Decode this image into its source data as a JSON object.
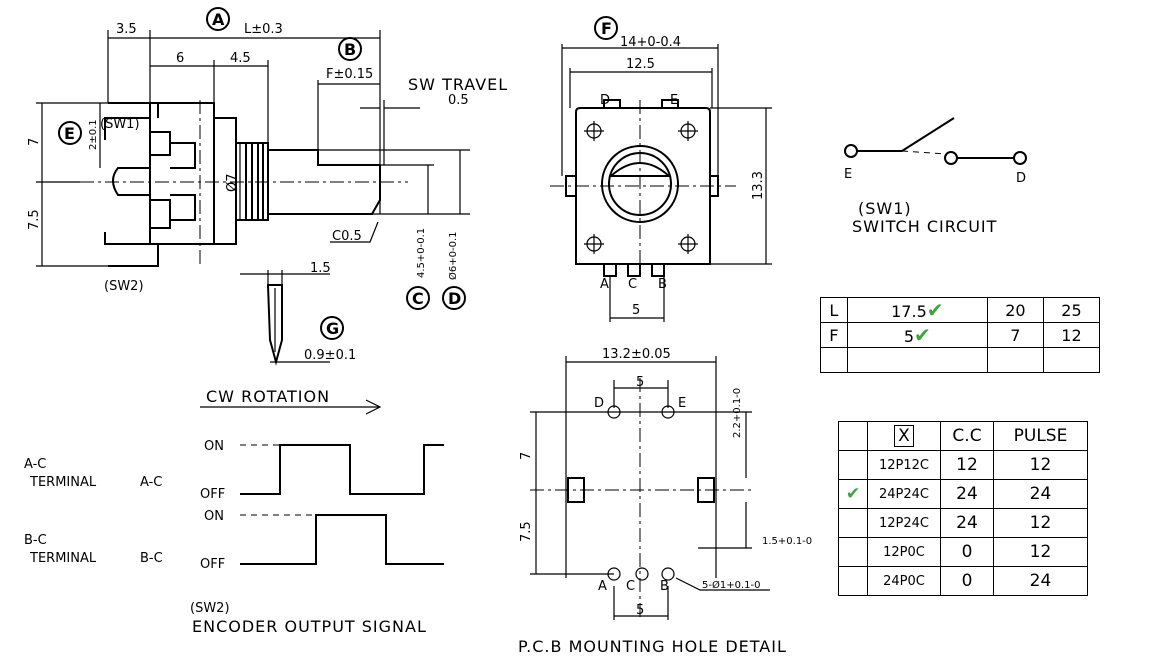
{
  "callouts": {
    "a": "A",
    "b": "B",
    "c": "C",
    "d": "D",
    "e": "E",
    "f": "F",
    "g": "G"
  },
  "side_view": {
    "dim_3_5": "3.5",
    "dim_l": "L±0.3",
    "dim_6": "6",
    "dim_4_5": "4.5",
    "dim_f": "F±0.15",
    "sw_travel": "SW TRAVEL",
    "sw_travel_val": "0.5",
    "dim_7": "7",
    "dim_2": "2±0.1",
    "sw1": "(SW1)",
    "phi7": "Ø7",
    "dim_7_5": "7.5",
    "sw2": "(SW2)",
    "c0_5": "C0.5",
    "dim_4_5_tol": "4.5+0-0.1",
    "dim_6_tol": "Ø6+0-0.1"
  },
  "pin_detail": {
    "dim_1_5": "1.5",
    "dim_0_9": "0.9±0.1"
  },
  "front_view": {
    "dim_14": "14+0-0.4",
    "dim_12_5": "12.5",
    "dim_13_3": "13.3",
    "dim_5": "5",
    "pin_d": "D",
    "pin_e": "E",
    "pin_a": "A",
    "pin_c": "C",
    "pin_b": "B"
  },
  "switch_circuit": {
    "term_e": "E",
    "term_d": "D",
    "title1": "(SW1)",
    "title2": "SWITCH CIRCUIT"
  },
  "signal": {
    "cw_rotation": "CW ROTATION",
    "ac_label1": "A-C",
    "ac_label2": "TERMINAL",
    "ac_short": "A-C",
    "bc_label1": "B-C",
    "bc_label2": "TERMINAL",
    "bc_short": "B-C",
    "on": "ON",
    "off": "OFF",
    "caption1": "(SW2)",
    "caption2": "ENCODER OUTPUT SIGNAL"
  },
  "pcb": {
    "dim_13_2": "13.2±0.05",
    "dim_5_top": "5",
    "dim_2_2": "2.2+0.1-0",
    "dim_7": "7",
    "dim_7_5": "7.5",
    "dim_1_5": "1.5+0.1-0",
    "hole": "5-Ø1+0.1-0",
    "dim_5_bottom": "5",
    "pin_d": "D",
    "pin_e": "E",
    "pin_a": "A",
    "pin_c": "C",
    "pin_b": "B",
    "caption": "P.C.B MOUNTING HOLE DETAIL"
  },
  "lf_table": {
    "rows": [
      [
        "L",
        "17.5",
        "20",
        "25"
      ],
      [
        "F",
        "5",
        "7",
        "12"
      ],
      [
        "",
        "",
        "",
        ""
      ]
    ],
    "checked": "✔"
  },
  "pulse_table": {
    "header": [
      "",
      "X",
      "C.C",
      "PULSE"
    ],
    "rows": [
      {
        "check": "",
        "code": "12P12C",
        "cc": "12",
        "pulse": "12"
      },
      {
        "check": "✔",
        "code": "24P24C",
        "cc": "24",
        "pulse": "24"
      },
      {
        "check": "",
        "code": "12P24C",
        "cc": "24",
        "pulse": "12"
      },
      {
        "check": "",
        "code": "12P0C",
        "cc": "0",
        "pulse": "12"
      },
      {
        "check": "",
        "code": "24P0C",
        "cc": "0",
        "pulse": "24"
      }
    ]
  },
  "colors": {
    "line": "#000000",
    "check": "#3aa63a"
  }
}
